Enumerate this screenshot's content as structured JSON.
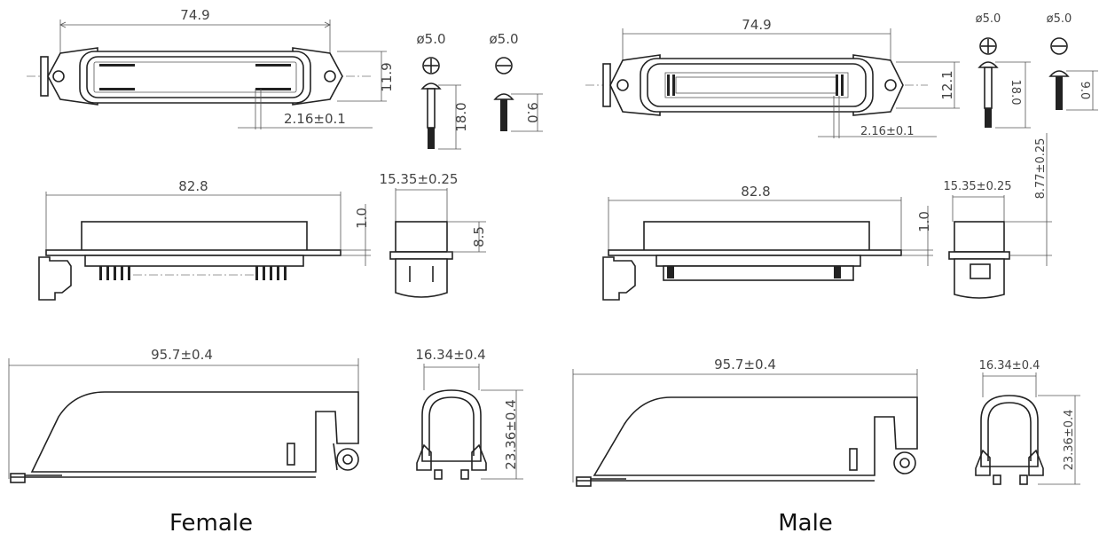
{
  "colors": {
    "line": "#222222",
    "dimension": "#444444",
    "background": "#ffffff"
  },
  "female": {
    "caption": "Female",
    "top_width": "74.9",
    "top_height": "11.9",
    "pitch": "2.16±0.1",
    "screw1_dia": "ø5.0",
    "screw1_len": "18.0",
    "screw2_dia": "ø5.0",
    "screw2_len": "9.0",
    "front_width": "82.8",
    "flange": "1.0",
    "side_width": "15.35±0.25",
    "side_height": "8.5",
    "shell_length": "95.7±0.4",
    "shell_width": "16.34±0.4",
    "shell_height": "23.36±0.4"
  },
  "male": {
    "caption": "Male",
    "top_width": "74.9",
    "top_height": "12.1",
    "pitch": "2.16±0.1",
    "screw1_dia": "ø5.0",
    "screw1_len": "18.0",
    "screw2_dia": "ø5.0",
    "screw2_len": "9.0",
    "front_width": "82.8",
    "flange": "1.0",
    "side_width": "15.35±0.25",
    "side_height": "8.77±0.25",
    "shell_length": "95.7±0.4",
    "shell_width": "16.34±0.4",
    "shell_height": "23.36±0.4"
  }
}
